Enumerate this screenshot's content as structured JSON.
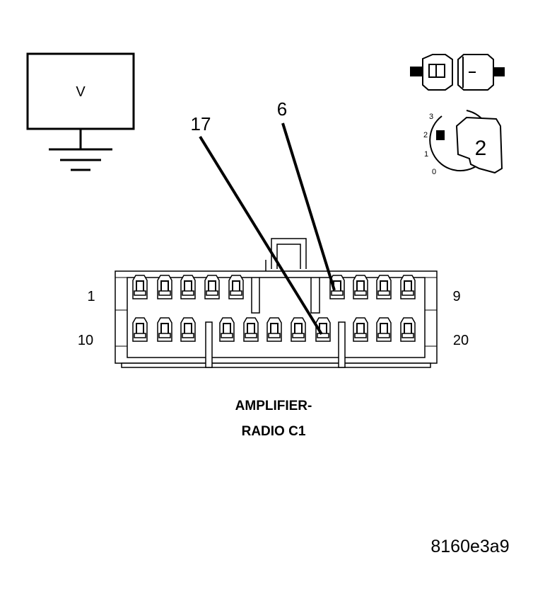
{
  "voltmeter": {
    "symbol": "V"
  },
  "pointers": {
    "pin_17": "17",
    "pin_6": "6"
  },
  "ignition": {
    "positions": [
      "3",
      "2",
      "1",
      "0"
    ],
    "selected": "2"
  },
  "connector": {
    "name_line1": "AMPLIFIER-",
    "name_line2": "RADIO C1",
    "pin_labels": {
      "top_left": "1",
      "top_right": "9",
      "bottom_left": "10",
      "bottom_right": "20"
    }
  },
  "figure_code": "8160e3a9"
}
